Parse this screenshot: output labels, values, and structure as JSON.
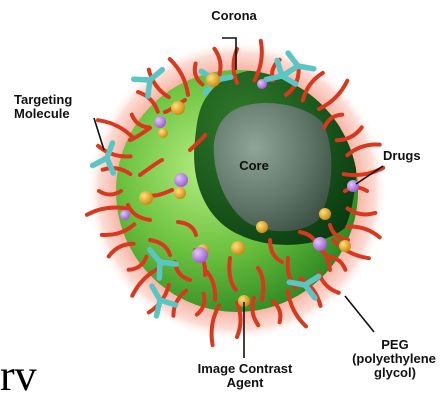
{
  "labels": {
    "corona": "Corona",
    "targeting_line1": "Targeting",
    "targeting_line2": "Molecule",
    "core": "Core",
    "drugs": "Drugs",
    "peg_line1": "PEG",
    "peg_line2": "(polyethylene",
    "peg_line3": "glycol)",
    "image_line1": "Image Contrast",
    "image_line2": "Agent",
    "fragment": "rv"
  },
  "colors": {
    "halo": "#f4a08f",
    "sphere_outer": "#4aa52e",
    "sphere_inner": "#9be070",
    "shell_dark": "#0d4a14",
    "core": "#5f7669",
    "peg": "#d9381e",
    "targeting": "#5bc5c4",
    "drug": "#b77ce0",
    "contrast": "#e0a020"
  },
  "icons": [
    "targeting-molecule-icon",
    "peg-chain-icon",
    "drug-particle-icon",
    "contrast-agent-icon"
  ]
}
